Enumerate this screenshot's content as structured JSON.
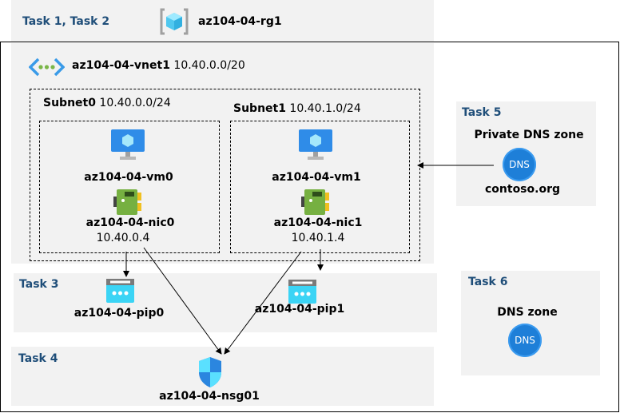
{
  "task12": {
    "label": "Task 1, Task 2",
    "rg": "az104-04-rg1"
  },
  "vnet": {
    "name": "az104-04-vnet1",
    "cidr": "10.40.0.0/20"
  },
  "subnet0": {
    "name": "Subnet0",
    "cidr": "10.40.0.0/24",
    "vm": "az104-04-vm0",
    "nic": "az104-04-nic0",
    "ip": "10.40.0.4"
  },
  "subnet1": {
    "name": "Subnet1",
    "cidr": "10.40.1.0/24",
    "vm": "az104-04-vm1",
    "nic": "az104-04-nic1",
    "ip": "10.40.1.4"
  },
  "task3": {
    "label": "Task 3",
    "pip0": "az104-04-pip0",
    "pip1": "az104-04-pip1"
  },
  "task4": {
    "label": "Task 4",
    "nsg": "az104-04-nsg01"
  },
  "task5": {
    "label": "Task 5",
    "title": "Private DNS zone",
    "zone": "contoso.org",
    "icon_text": "DNS"
  },
  "task6": {
    "label": "Task 6",
    "title": "DNS zone",
    "icon_text": "DNS"
  },
  "colors": {
    "task_text": "#1f4e79",
    "panel": "#f2f2f2",
    "dns_blue": "#1e7fd8"
  }
}
